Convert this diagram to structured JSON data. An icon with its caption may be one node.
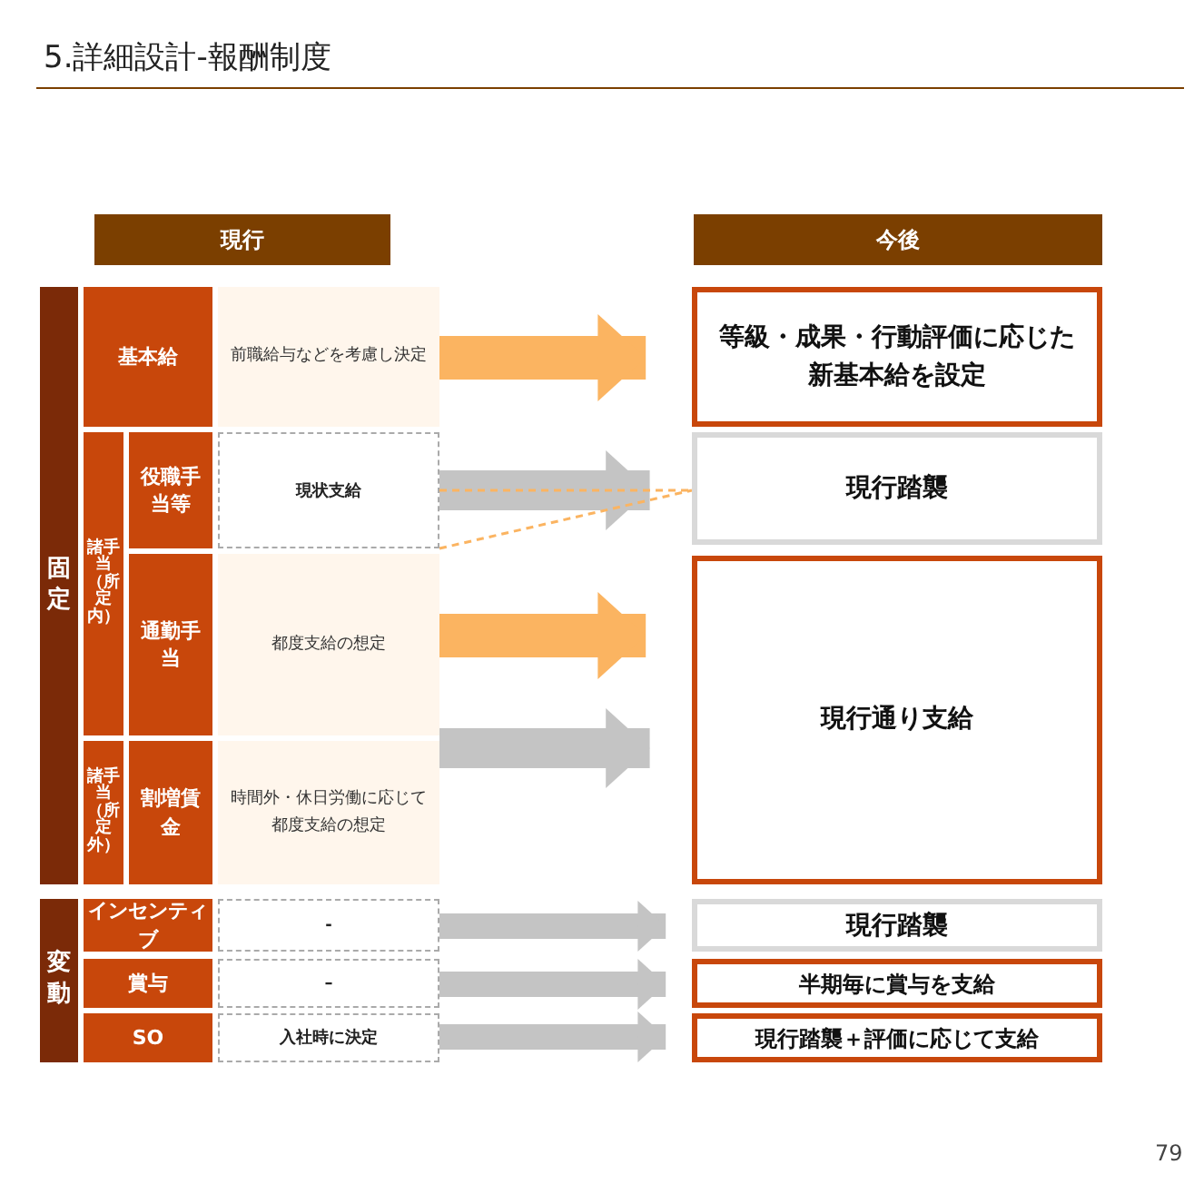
{
  "diagram": {
    "title": "5.詳細設計-報酬制度",
    "nodes": [
      {
        "text": [
          "現行"
        ]
      },
      {
        "text": [
          "今後"
        ]
      },
      {
        "text": [
          "固定"
        ]
      },
      {
        "text": [
          "基本給"
        ]
      },
      {
        "text": [
          "前職給与などを考慮し決定"
        ]
      },
      {
        "text": [
          "等級・成果・行動評価に応じた新基本給を設定"
        ]
      },
      {
        "text": [
          "諸手当（所定内）"
        ]
      },
      {
        "text": [
          "役職手当等"
        ]
      },
      {
        "text": [
          "現状支給"
        ]
      },
      {
        "text": [
          "現行踏襲"
        ]
      },
      {
        "text": [
          "通勤手当"
        ]
      },
      {
        "text": [
          "都度支給の想定"
        ]
      },
      {
        "text": [
          "現行通り支給"
        ]
      },
      {
        "text": [
          "諸手当（所定外）"
        ]
      },
      {
        "text": [
          "割増賃金"
        ]
      },
      {
        "text": [
          "時間外・休日労働に応じて都度支給の想定"
        ]
      },
      {
        "text": [
          "変動"
        ]
      },
      {
        "text": [
          "インセンティブ"
        ]
      },
      {
        "text": [
          "-"
        ]
      },
      {
        "text": [
          "現行踏襲"
        ]
      },
      {
        "text": [
          "賞与"
        ]
      },
      {
        "text": [
          "–"
        ]
      },
      {
        "text": [
          "半期毎に賞与を支給"
        ]
      },
      {
        "text": [
          "SO"
        ]
      },
      {
        "text": [
          "入社時に決定"
        ]
      },
      {
        "text": [
          "現行踏襲＋評価に応じて支給"
        ]
      }
    ],
    "edges": [
      {
        "from": 4,
        "to": 5,
        "arrow": "to",
        "color": "#fbb461"
      },
      {
        "from": 8,
        "to": 9,
        "arrow": "to"
      },
      {
        "from": 8,
        "to": 9,
        "arrow": "none",
        "style": "dashed",
        "color": "#fbb461"
      },
      {
        "from": 8,
        "to": 9,
        "arrow": "none",
        "style": "dashed",
        "color": "#fbb461"
      },
      {
        "from": 11,
        "to": 12,
        "arrow": "to",
        "color": "#fbb461"
      },
      {
        "from": 15,
        "to": 12,
        "arrow": "to"
      },
      {
        "from": 18,
        "to": 19,
        "arrow": "to"
      },
      {
        "from": 21,
        "to": 22,
        "arrow": "to"
      },
      {
        "from": 24,
        "to": 25,
        "arrow": "to"
      }
    ],
    "labels": [
      "79"
    ]
  }
}
